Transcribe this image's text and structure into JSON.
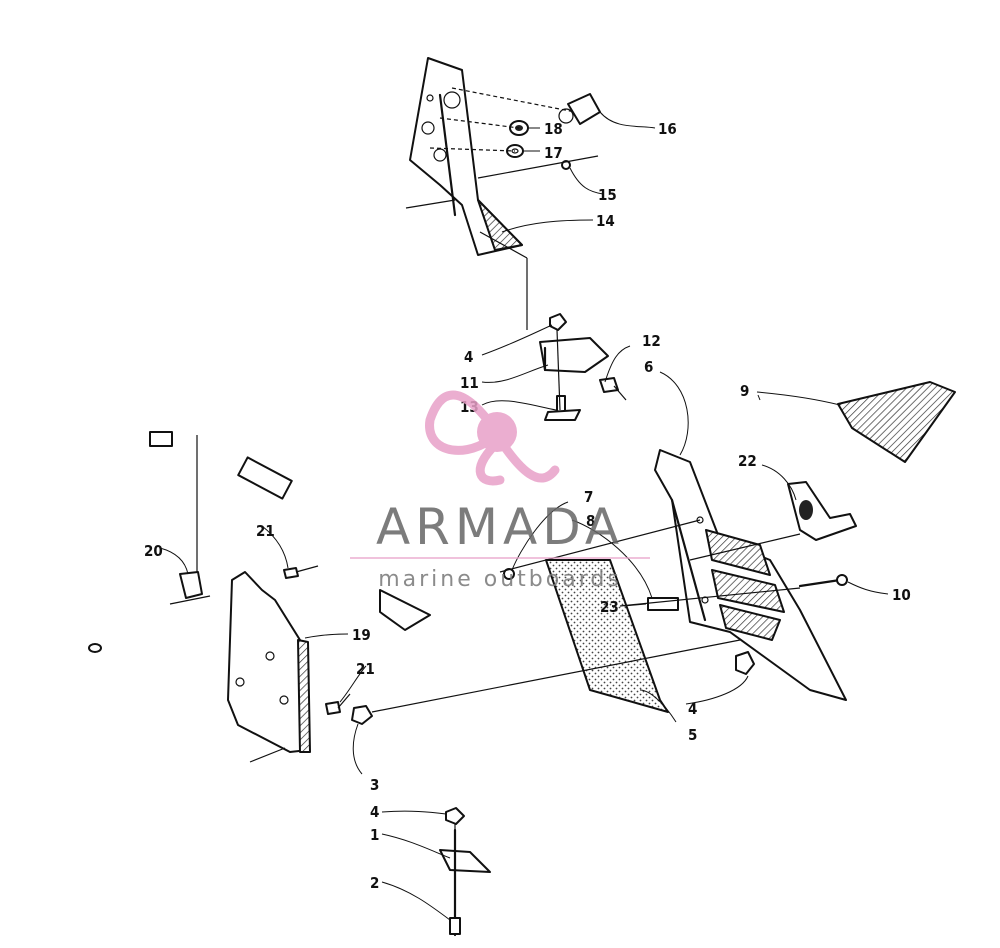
{
  "labels": {
    "l1": "1",
    "l2": "2",
    "l3": "3",
    "l4a": "4",
    "l4b": "4",
    "l4c": "4",
    "l5": "5",
    "l6": "6",
    "l7": "7",
    "l8": "8",
    "l9": "9",
    "l10": "10",
    "l11": "11",
    "l12": "12",
    "l13": "13",
    "l14": "14",
    "l15": "15",
    "l16": "16",
    "l17": "17",
    "l18": "18",
    "l19": "19",
    "l20": "20",
    "l21a": "21",
    "l21b": "21",
    "l22": "22",
    "l23": "23"
  },
  "watermark": {
    "title": "ARMADA",
    "subtitle": "marine outboards",
    "colors": {
      "logo": "#e8a0c8",
      "text": "#666666",
      "rule": "#e8a0c8"
    }
  }
}
